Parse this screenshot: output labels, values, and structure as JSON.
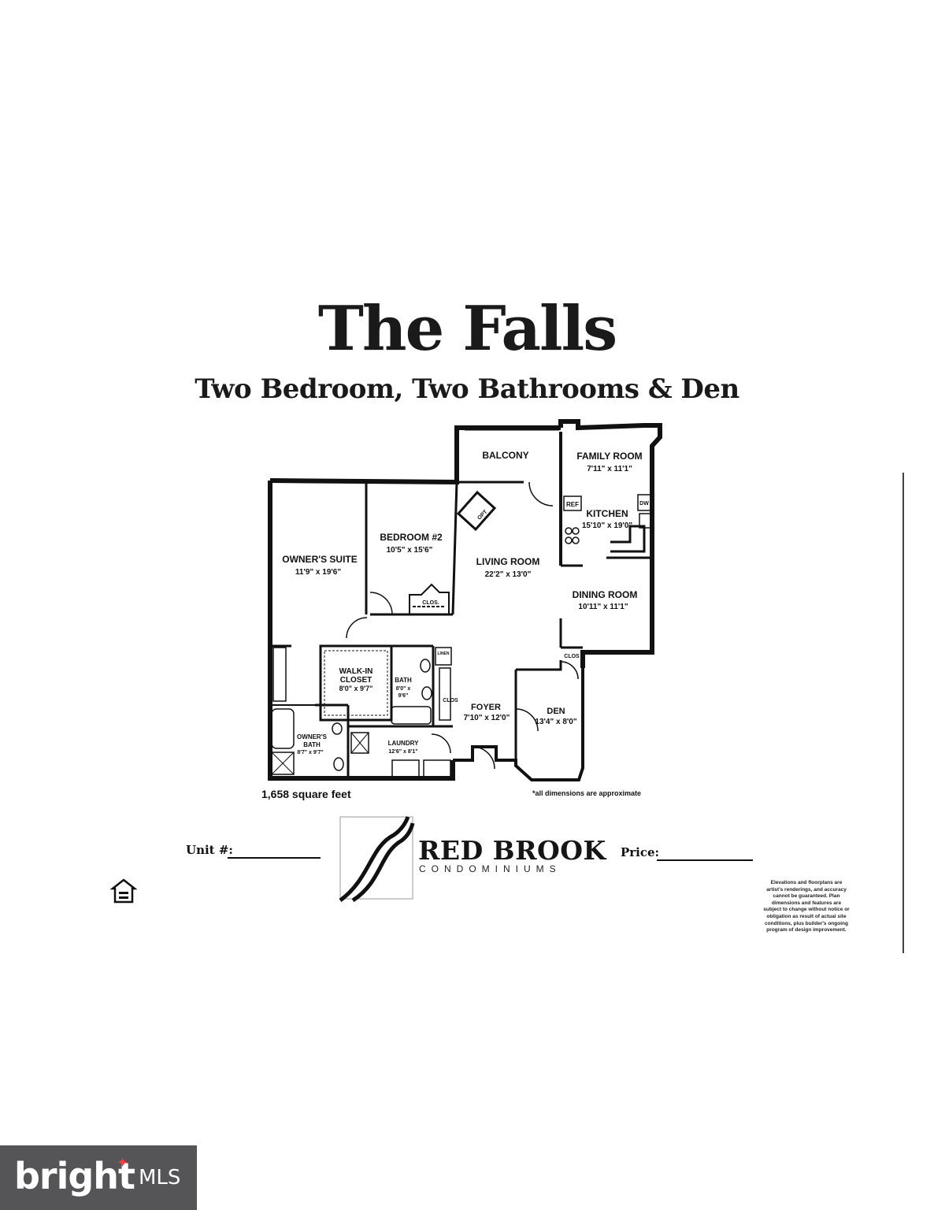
{
  "header": {
    "title": "The Falls",
    "subtitle": "Two Bedroom, Two Bathrooms & Den"
  },
  "rooms": {
    "balcony": {
      "name": "BALCONY"
    },
    "family_room": {
      "name": "FAMILY ROOM",
      "size": "7'11\" x 11'1\""
    },
    "kitchen": {
      "name": "KITCHEN",
      "size": "15'10\" x 19'0\""
    },
    "bedroom2": {
      "name": "BEDROOM #2",
      "size": "10'5\" x 15'6\""
    },
    "owners_suite": {
      "name": "OWNER'S SUITE",
      "size": "11'9\" x 19'6\""
    },
    "living_room": {
      "name": "LIVING ROOM",
      "size": "22'2\" x 13'0\""
    },
    "dining_room": {
      "name": "DINING ROOM",
      "size": "10'11\" x 11'1\""
    },
    "walk_in_closet": {
      "name_line1": "WALK-IN",
      "name_line2": "CLOSET",
      "size": "8'0\" x 9'7\""
    },
    "bath": {
      "name": "BATH",
      "size_line1": "8'0\" x",
      "size_line2": "9'6\""
    },
    "foyer": {
      "name": "FOYER",
      "size": "7'10\" x 12'0\""
    },
    "den": {
      "name": "DEN",
      "size": "13'4\" x 8'0\""
    },
    "owners_bath": {
      "name_line1": "OWNER'S",
      "name_line2": "BATH",
      "size": "8'7\" x 9'7\""
    },
    "laundry": {
      "name": "LAUNDRY",
      "size": "12'6\" x 8'1\""
    }
  },
  "fixtures": {
    "ref": "REF",
    "dw": "DW",
    "opt": "OPT",
    "clos_bedroom": "CLOS.",
    "clos_hall": "CLOS",
    "clos_den": "CLOS",
    "linen": "LINEN"
  },
  "footer": {
    "square_feet": "1,658 square feet",
    "approx_note": "*all dimensions are approximate",
    "unit_label": "Unit #:",
    "price_label": "Price:",
    "brand_name": "RED BROOK",
    "brand_sub": "CONDOMINIUMS",
    "disclaimer": "Elevations and floorplans are artist's renderings, and accuracy cannot be guaranteed. Plan dimensions and features are subject to change without notice or obligation as result of actual site conditions, plus builder's ongoing program of design improvement."
  },
  "watermark": {
    "brand": "bright",
    "suffix": "MLS"
  },
  "icons": {
    "equal_housing": "equal-housing-icon",
    "brand_logo": "river-logo-icon"
  }
}
